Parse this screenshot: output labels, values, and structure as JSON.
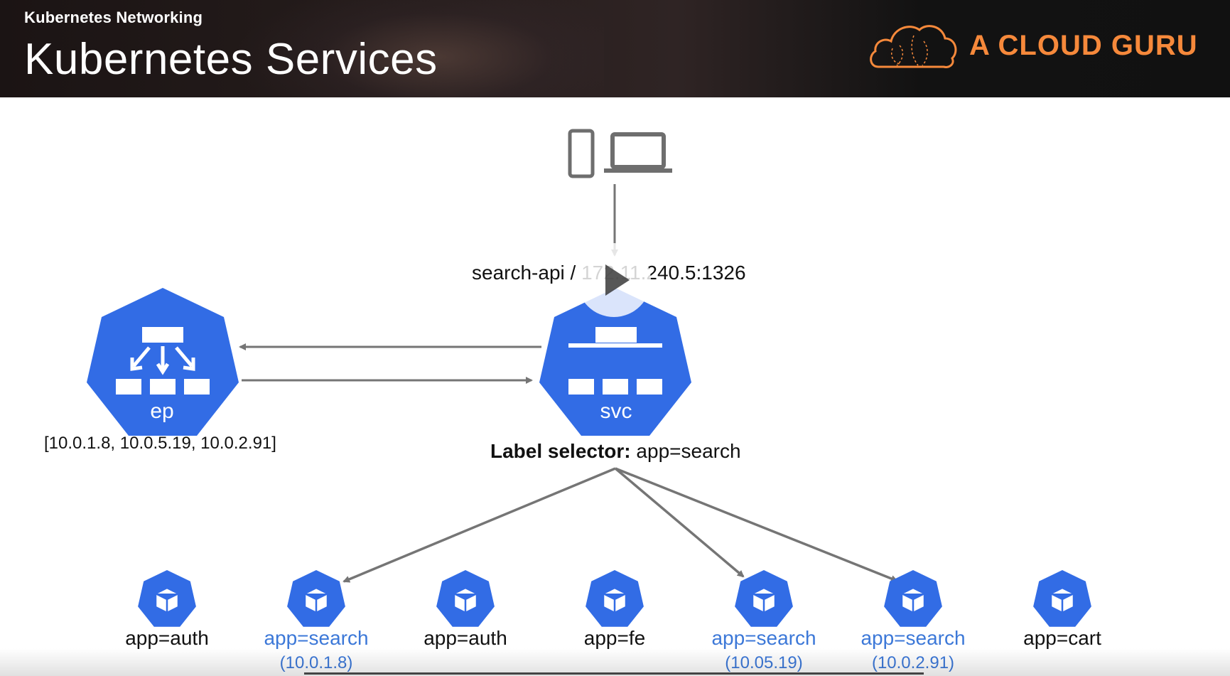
{
  "header": {
    "section": "Kubernetes Networking",
    "title": "Kubernetes Services",
    "brand": "A CLOUD GURU",
    "brand_color": "#f6893b"
  },
  "diagram": {
    "service_label": "search-api / 172.11.240.5:1326",
    "service_icon_text": "svc",
    "endpoints_icon_text": "ep",
    "endpoints_list": "[10.0.1.8, 10.0.5.19, 10.0.2.91]",
    "selector_key": "Label selector:",
    "selector_value": "app=search",
    "pods": [
      {
        "label": "app=auth",
        "ip": ""
      },
      {
        "label": "app=search",
        "ip": "(10.0.1.8)"
      },
      {
        "label": "app=auth",
        "ip": ""
      },
      {
        "label": "app=fe",
        "ip": ""
      },
      {
        "label": "app=search",
        "ip": "(10.05.19)"
      },
      {
        "label": "app=search",
        "ip": "(10.0.2.91)"
      },
      {
        "label": "app=cart",
        "ip": ""
      }
    ],
    "colors": {
      "k8s_blue": "#326ce5",
      "match_text": "#3c78d8",
      "arrow": "#757575"
    }
  },
  "player": {
    "play_icon": "play-icon"
  }
}
